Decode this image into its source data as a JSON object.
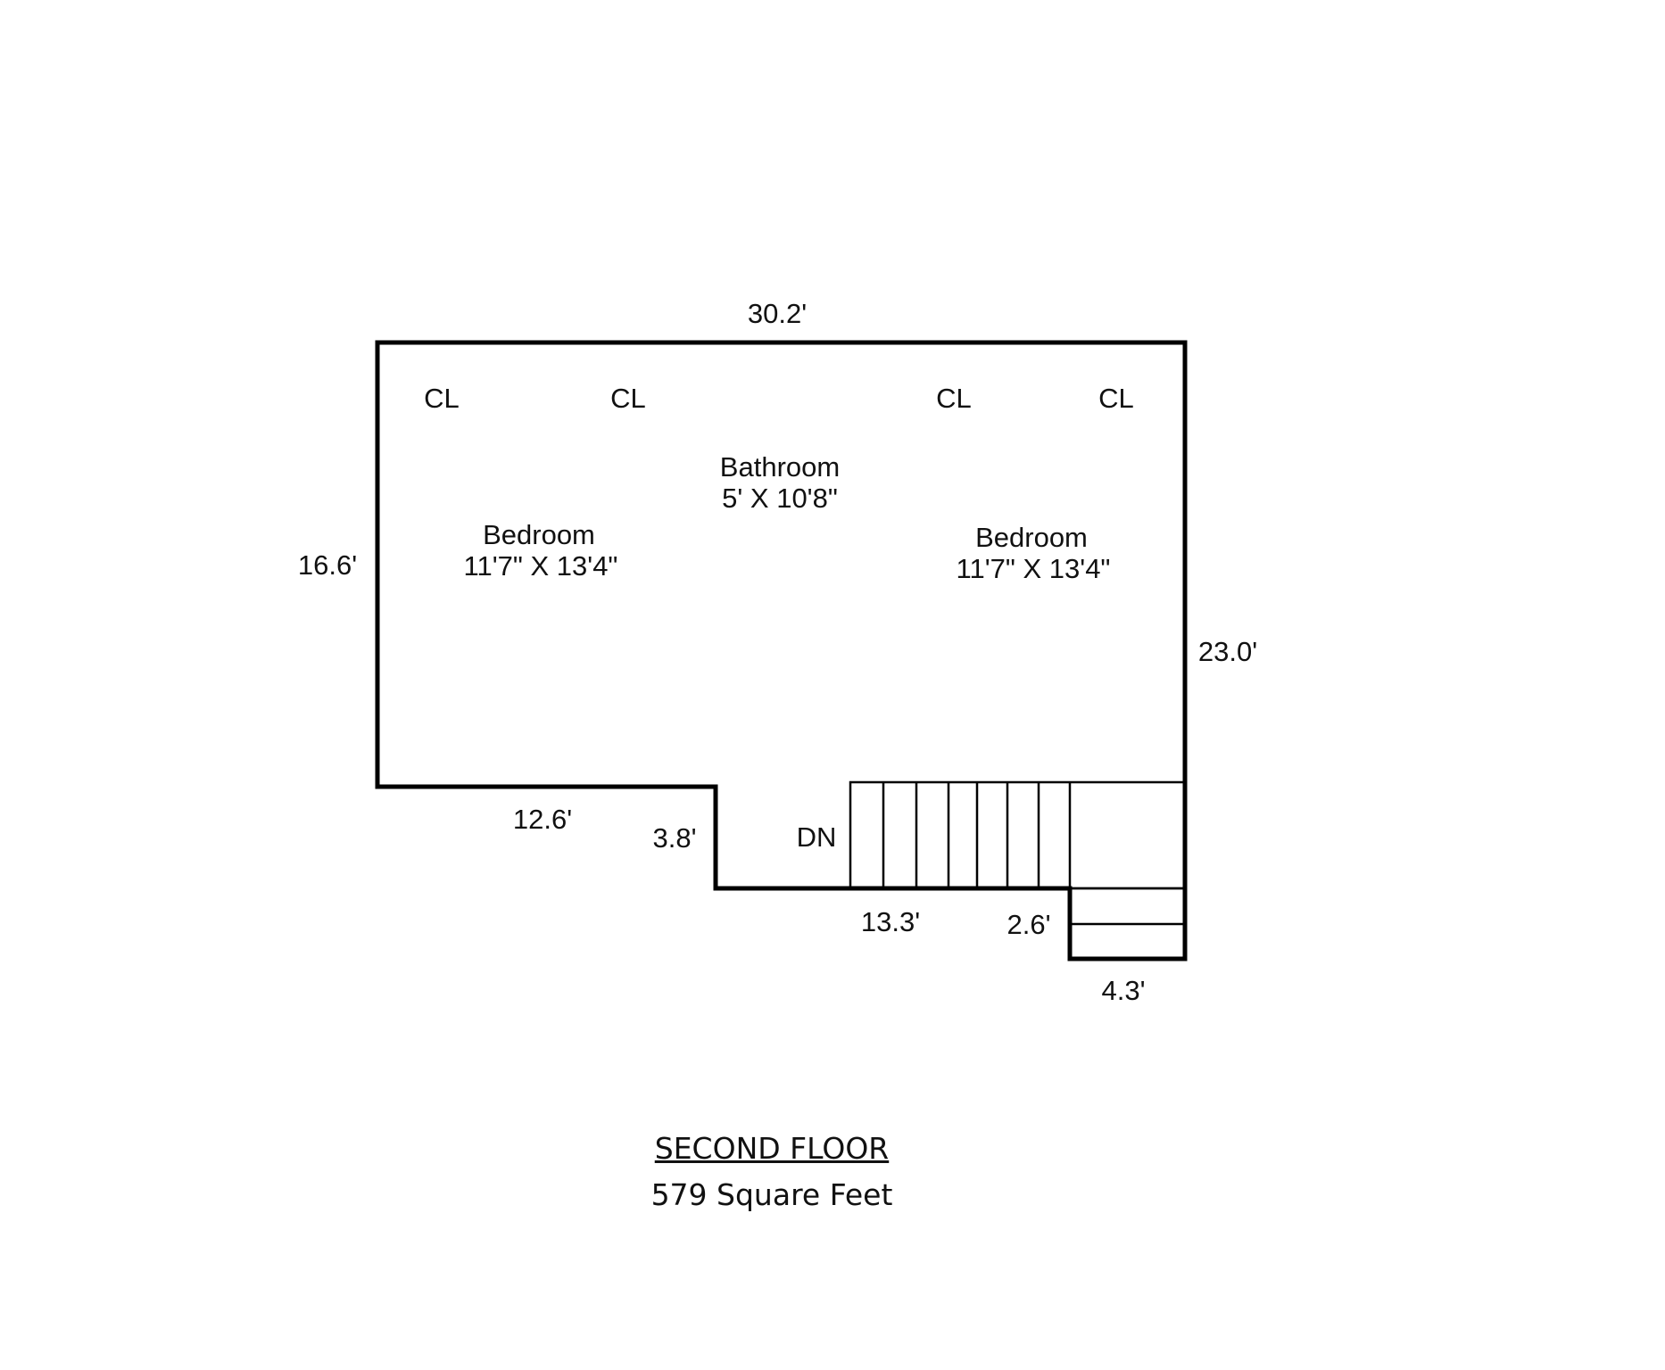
{
  "plan": {
    "dimensions": {
      "top": "30.2'",
      "left": "16.6'",
      "right": "23.0'",
      "bottom_left": "12.6'",
      "notch_height": "3.8'",
      "stair_bottom": "13.3'",
      "landing_height": "2.6'",
      "landing_width": "4.3'"
    },
    "closets": [
      "CL",
      "CL",
      "CL",
      "CL"
    ],
    "rooms": [
      {
        "name": "Bedroom",
        "size": "11'7\" X 13'4\""
      },
      {
        "name": "Bathroom",
        "size": "5' X 10'8\""
      },
      {
        "name": "Bedroom",
        "size": "11'7\" X 13'4\""
      }
    ],
    "stairs_label": "DN"
  },
  "caption": {
    "floor": "SECOND FLOOR",
    "area": "579 Square Feet"
  }
}
